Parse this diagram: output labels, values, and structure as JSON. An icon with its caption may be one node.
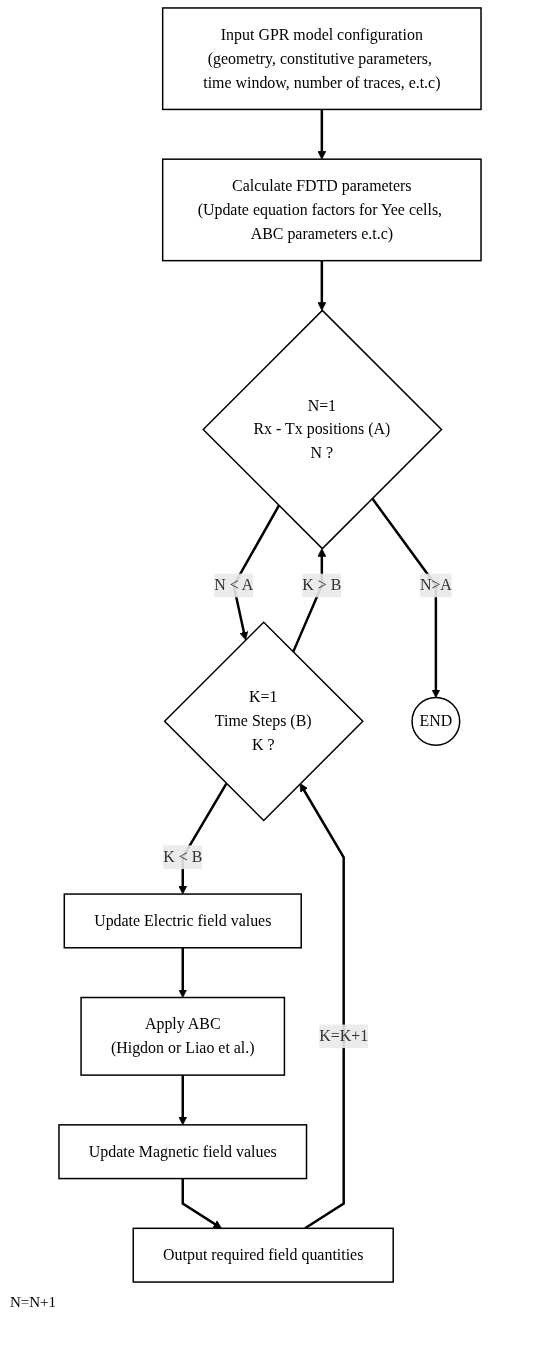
{
  "diagram": {
    "nodes": [
      {
        "text": [
          "Input GPR model configuration",
          "(geometry, constitutive parameters, time window, number of traces, e.t.c)"
        ]
      },
      {
        "text": [
          "Calculate FDTD parameters",
          "(Update equation factors for Yee cells, ABC parameters e.t.c)"
        ]
      },
      {
        "text": [
          "N=1",
          "Rx - Tx positions (A)",
          "N ?"
        ]
      },
      {
        "text": [
          "K=1",
          "Time Steps (B)",
          "K ?"
        ]
      },
      {
        "text": [
          "Update Electric field values"
        ]
      },
      {
        "text": [
          "Apply ABC",
          "(Higdon or Liao et al.)"
        ]
      },
      {
        "text": [
          "Update Magnetic field values"
        ]
      },
      {
        "text": [
          "Output required field quantities"
        ]
      },
      {
        "text": [
          "END"
        ]
      }
    ],
    "edges": [
      {
        "from": 0,
        "to": 1,
        "arrow": "to"
      },
      {
        "from": 1,
        "to": 2,
        "arrow": "to"
      },
      {
        "from": 2,
        "to": 3,
        "arrow": "to",
        "label": "N < A"
      },
      {
        "from": 3,
        "to": 2,
        "arrow": "to",
        "label": "K > B"
      },
      {
        "from": 2,
        "to": 8,
        "arrow": "to",
        "label": "N>A"
      },
      {
        "from": 3,
        "to": 4,
        "arrow": "to",
        "label": "K < B"
      },
      {
        "from": 4,
        "to": 5,
        "arrow": "to"
      },
      {
        "from": 5,
        "to": 6,
        "arrow": "to"
      },
      {
        "from": 6,
        "to": 7,
        "arrow": "to"
      },
      {
        "from": 7,
        "to": 3,
        "arrow": "to",
        "label": "K=K+1"
      }
    ],
    "labels": [
      "N=N+1"
    ]
  }
}
